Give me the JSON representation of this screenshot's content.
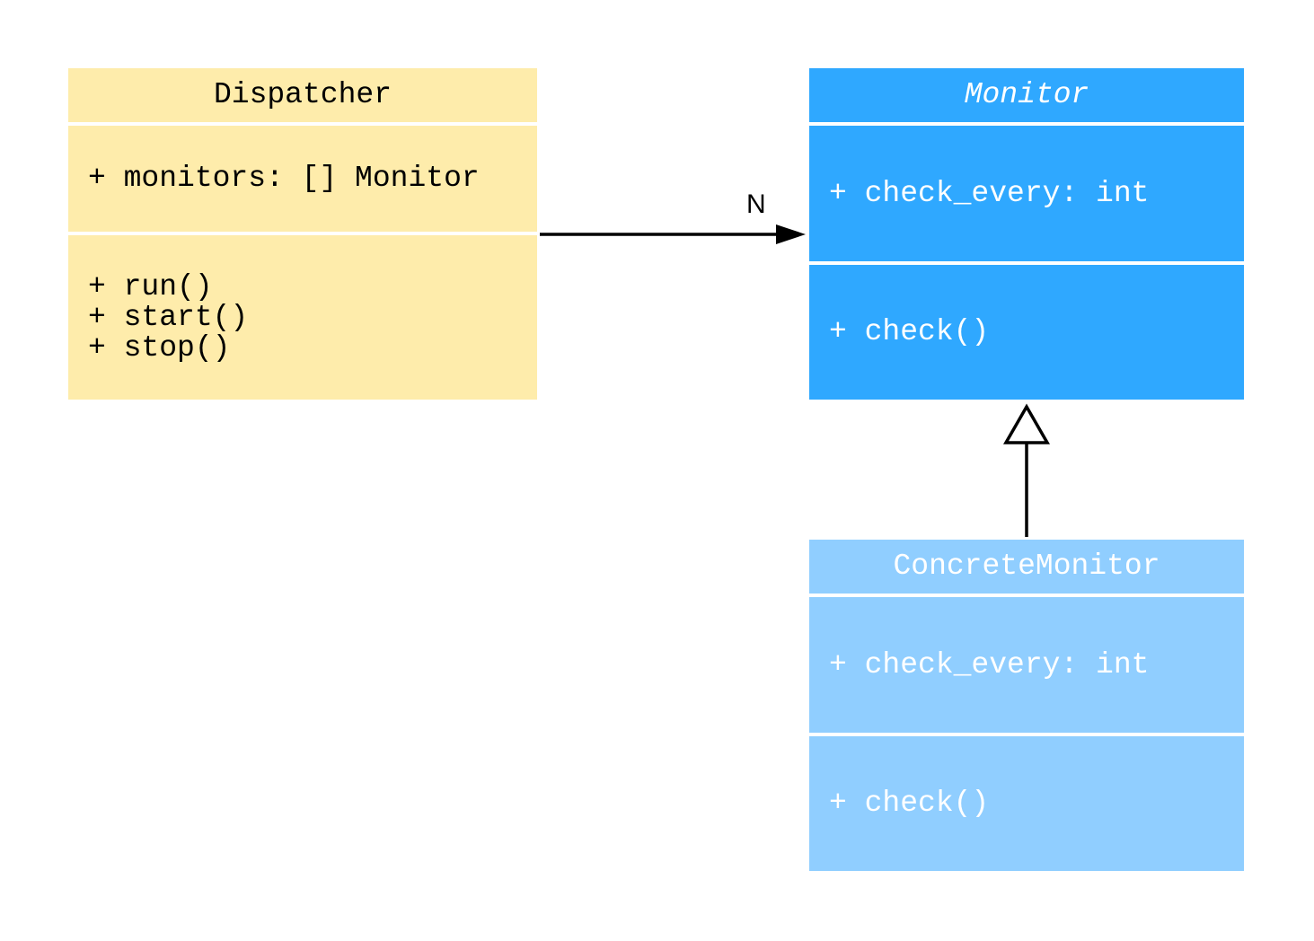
{
  "classes": {
    "dispatcher": {
      "name": "Dispatcher",
      "attributes": [
        "+ monitors: [] Monitor"
      ],
      "methods": [
        "+ run()",
        "+ start()",
        "+ stop()"
      ],
      "color": "#feecab"
    },
    "monitor": {
      "name": "Monitor",
      "abstract": true,
      "attributes": [
        "+ check_every: int"
      ],
      "methods": [
        "+ check()"
      ],
      "color": "#2fa8ff"
    },
    "concrete_monitor": {
      "name": "ConcreteMonitor",
      "attributes": [
        "+ check_every: int"
      ],
      "methods": [
        "+ check()"
      ],
      "color": "#90ceff"
    }
  },
  "relations": [
    {
      "type": "association",
      "from": "Dispatcher",
      "to": "Monitor",
      "multiplicity": "N"
    },
    {
      "type": "inheritance",
      "from": "ConcreteMonitor",
      "to": "Monitor"
    }
  ]
}
